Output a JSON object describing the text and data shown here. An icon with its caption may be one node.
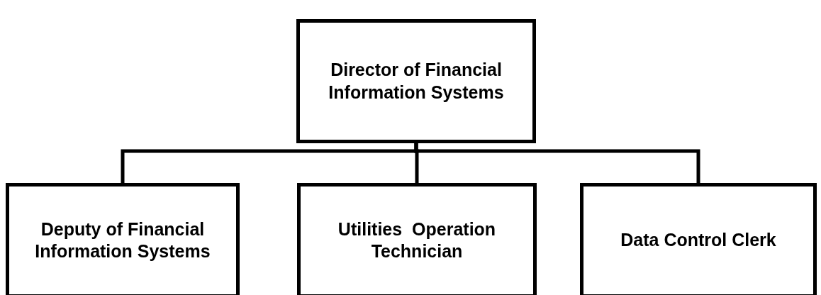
{
  "diagram": {
    "nodes": [
      {
        "text": [
          "Director of Financial Information Systems"
        ]
      },
      {
        "text": [
          "Deputy of Financial Information Systems"
        ]
      },
      {
        "text": [
          "Utilities  Operation Technician"
        ]
      },
      {
        "text": [
          "Data Control Clerk"
        ]
      }
    ],
    "edges": [
      {
        "from": 0,
        "to": 1,
        "arrow": "none"
      },
      {
        "from": 0,
        "to": 2,
        "arrow": "none"
      },
      {
        "from": 0,
        "to": 3,
        "arrow": "none"
      }
    ]
  }
}
